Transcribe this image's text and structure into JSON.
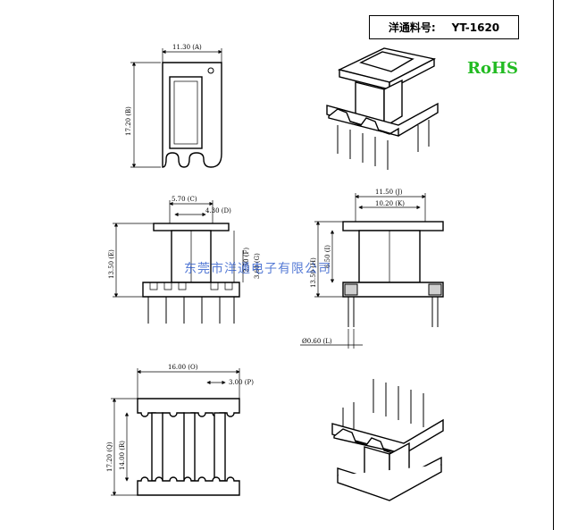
{
  "header": {
    "part_label": "洋通料号:",
    "part_number": "YT-1620"
  },
  "rohs": "RoHS",
  "watermark": "东莞市洋通电子有限公司",
  "dims": {
    "top_w": "11.30 (A)",
    "top_h": "17.20 (B)",
    "side_c": "5.70 (C)",
    "side_d": "4.30 (D)",
    "side_h": "13.50 (E)",
    "side_f": "2.50 (F)",
    "side_g": "3.60 (G)",
    "front_j": "11.50 (J)",
    "front_k": "10.20 (K)",
    "front_h": "13.50 (H)",
    "front_i": "6.50 (I)",
    "front_l": "Ø0.60 (L)",
    "bot_o": "16.00 (O)",
    "bot_p": "3.00 (P)",
    "bot_q": "17.20 (Q)",
    "bot_r": "14.00 (R)"
  },
  "colors": {
    "rohs": "#22bb22",
    "watermark": "#1e4fc8"
  }
}
